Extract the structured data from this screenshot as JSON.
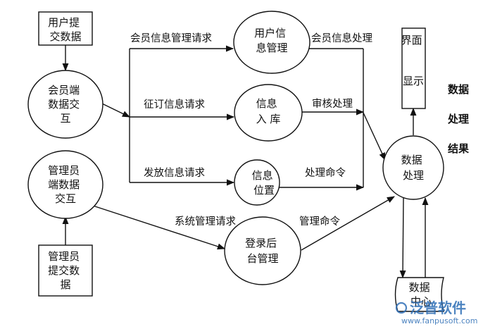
{
  "nodes": {
    "user_submit": [
      "用户提",
      "交数据"
    ],
    "member_interact": [
      "会员端",
      "数据交",
      "互"
    ],
    "admin_interact": [
      "管理员",
      "端数据",
      "交互"
    ],
    "admin_submit": [
      "管理员",
      "提交数",
      "据"
    ],
    "user_info_mgmt": [
      "用户信",
      "息管理"
    ],
    "storage": [
      "信息",
      "入  库"
    ],
    "position": [
      "信息",
      "位置"
    ],
    "login_backend": [
      "登录后",
      "台管理"
    ],
    "data_processing": [
      "数据",
      "处理"
    ],
    "ui_display": [
      "界面",
      "显示"
    ],
    "data_center": [
      "数据",
      "中心"
    ]
  },
  "edges": {
    "member_info_request": "会员信息管理请求",
    "order_info_request": "征订信息请求",
    "release_info_request": "发放信息请求",
    "system_mgmt_request": "系统管理请求",
    "member_info_processing": "会员信息处理",
    "review_processing": "审核处理",
    "process_command": "处理命令",
    "mgmt_command": "管理命令"
  },
  "side_labels": [
    "数据",
    "处理",
    "结果"
  ],
  "watermark": {
    "brand": "泛普软件",
    "url": "www.fanpusoft.com"
  }
}
